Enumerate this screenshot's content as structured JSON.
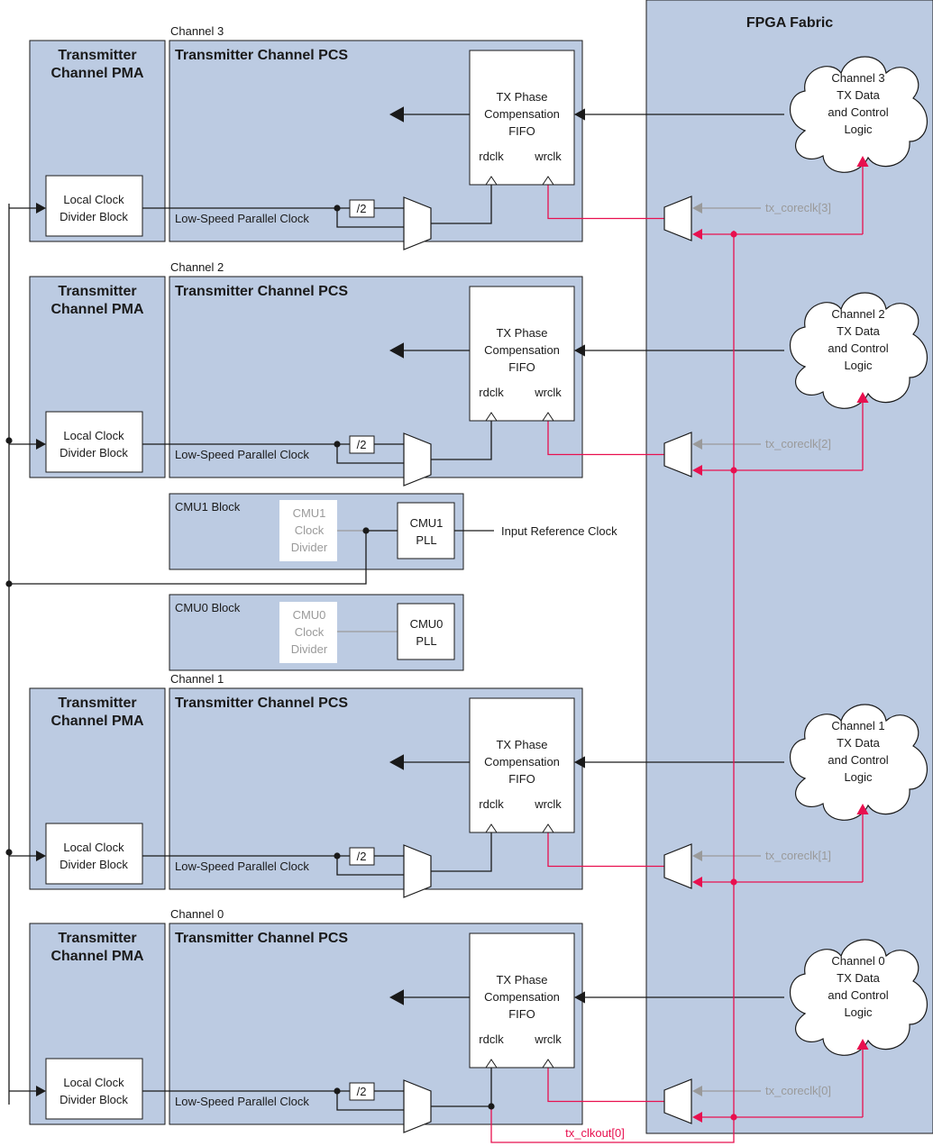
{
  "fpga_fabric": {
    "title": "FPGA Fabric"
  },
  "channels": [
    {
      "label": "Channel 3",
      "pma_title": [
        "Transmitter",
        "Channel PMA"
      ],
      "pcs_title": "Transmitter Channel PCS",
      "local_clock": [
        "Local Clock",
        "Divider Block"
      ],
      "lspc_label": "Low-Speed Parallel Clock",
      "div2": "/2",
      "fifo": [
        "TX Phase",
        "Compensation",
        "FIFO"
      ],
      "rdclk": "rdclk",
      "wrclk": "wrclk",
      "cloud": [
        "Channel 3",
        "TX Data",
        "and Control",
        "Logic"
      ],
      "coreclk": "tx_coreclk[3]"
    },
    {
      "label": "Channel 2",
      "pma_title": [
        "Transmitter",
        "Channel PMA"
      ],
      "pcs_title": "Transmitter Channel PCS",
      "local_clock": [
        "Local Clock",
        "Divider Block"
      ],
      "lspc_label": "Low-Speed Parallel Clock",
      "div2": "/2",
      "fifo": [
        "TX Phase",
        "Compensation",
        "FIFO"
      ],
      "rdclk": "rdclk",
      "wrclk": "wrclk",
      "cloud": [
        "Channel 2",
        "TX Data",
        "and Control",
        "Logic"
      ],
      "coreclk": "tx_coreclk[2]"
    },
    {
      "label": "Channel 1",
      "pma_title": [
        "Transmitter",
        "Channel PMA"
      ],
      "pcs_title": "Transmitter Channel PCS",
      "local_clock": [
        "Local Clock",
        "Divider Block"
      ],
      "lspc_label": "Low-Speed Parallel Clock",
      "div2": "/2",
      "fifo": [
        "TX Phase",
        "Compensation",
        "FIFO"
      ],
      "rdclk": "rdclk",
      "wrclk": "wrclk",
      "cloud": [
        "Channel 1",
        "TX Data",
        "and Control",
        "Logic"
      ],
      "coreclk": "tx_coreclk[1]"
    },
    {
      "label": "Channel 0",
      "pma_title": [
        "Transmitter",
        "Channel PMA"
      ],
      "pcs_title": "Transmitter Channel PCS",
      "local_clock": [
        "Local Clock",
        "Divider Block"
      ],
      "lspc_label": "Low-Speed Parallel Clock",
      "div2": "/2",
      "fifo": [
        "TX Phase",
        "Compensation",
        "FIFO"
      ],
      "rdclk": "rdclk",
      "wrclk": "wrclk",
      "cloud": [
        "Channel 0",
        "TX Data",
        "and Control",
        "Logic"
      ],
      "coreclk": "tx_coreclk[0]"
    }
  ],
  "cmu1": {
    "title": "CMU1 Block",
    "divider": [
      "CMU1",
      "Clock",
      "Divider"
    ],
    "pll": [
      "CMU1",
      "PLL"
    ],
    "ref_clock": "Input Reference Clock"
  },
  "cmu0": {
    "title": "CMU0 Block",
    "divider": [
      "CMU0",
      "Clock",
      "Divider"
    ],
    "pll": [
      "CMU0",
      "PLL"
    ]
  },
  "clkout_label": "tx_clkout[0]",
  "colors": {
    "block_fill": "#bccbe2",
    "clock_red": "#e8104f",
    "inactive_gray": "#9a9a9a",
    "line_black": "#1a1a1a"
  }
}
